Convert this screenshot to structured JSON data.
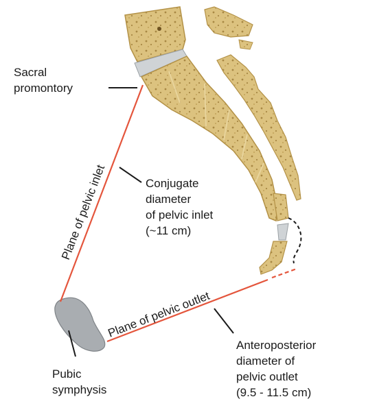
{
  "labels": {
    "sacral_promontory": [
      "Sacral",
      "promontory"
    ],
    "conjugate_diameter": [
      "Conjugate",
      "diameter",
      "of pelvic inlet",
      "(~11 cm)"
    ],
    "plane_inlet": "Plane of pelvic inlet",
    "plane_outlet": "Plane of pelvic outlet",
    "ap_diameter": [
      "Anteroposterior",
      "diameter of",
      "pelvic outlet",
      "(9.5 - 11.5 cm)"
    ],
    "pubic_symphysis": [
      "Pubic",
      "symphysis"
    ]
  },
  "colors": {
    "bone_fill": "#dcc27f",
    "bone_dark": "#b8974c",
    "bone_pore": "#9c7a36",
    "disc": "#cfd3d6",
    "pubic": "#a9adb1",
    "plane_line": "#e4553c",
    "leader_line": "#1a1a1a"
  }
}
